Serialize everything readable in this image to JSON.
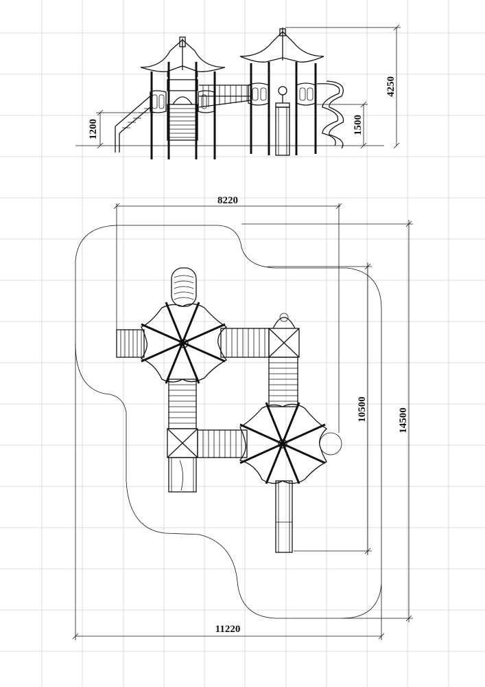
{
  "dimensions": {
    "elevation_total_height": "4250",
    "elevation_deck_low": "1200",
    "elevation_deck_high": "1500",
    "plan_width": "8220",
    "plan_depth": "10500",
    "zone_depth": "14500",
    "zone_width": "11220"
  }
}
